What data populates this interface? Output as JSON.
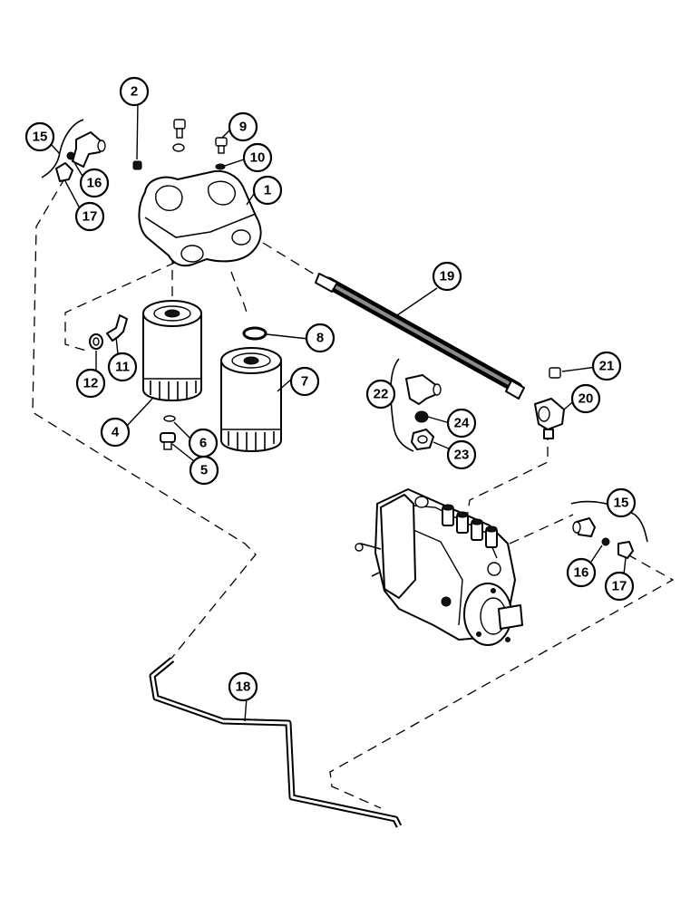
{
  "callouts": [
    {
      "id": "c1",
      "label": "1"
    },
    {
      "id": "c2",
      "label": "2"
    },
    {
      "id": "c4",
      "label": "4"
    },
    {
      "id": "c5",
      "label": "5"
    },
    {
      "id": "c6",
      "label": "6"
    },
    {
      "id": "c7",
      "label": "7"
    },
    {
      "id": "c8",
      "label": "8"
    },
    {
      "id": "c9",
      "label": "9"
    },
    {
      "id": "c10",
      "label": "10"
    },
    {
      "id": "c11",
      "label": "11"
    },
    {
      "id": "c12",
      "label": "12"
    },
    {
      "id": "c15a",
      "label": "15"
    },
    {
      "id": "c16a",
      "label": "16"
    },
    {
      "id": "c17a",
      "label": "17"
    },
    {
      "id": "c15b",
      "label": "15"
    },
    {
      "id": "c16b",
      "label": "16"
    },
    {
      "id": "c17b",
      "label": "17"
    },
    {
      "id": "c18",
      "label": "18"
    },
    {
      "id": "c19",
      "label": "19"
    },
    {
      "id": "c20",
      "label": "20"
    },
    {
      "id": "c21",
      "label": "21"
    },
    {
      "id": "c22",
      "label": "22"
    },
    {
      "id": "c23",
      "label": "23"
    },
    {
      "id": "c24",
      "label": "24"
    }
  ],
  "colors": {
    "ink": "#000000",
    "paper": "#ffffff"
  }
}
